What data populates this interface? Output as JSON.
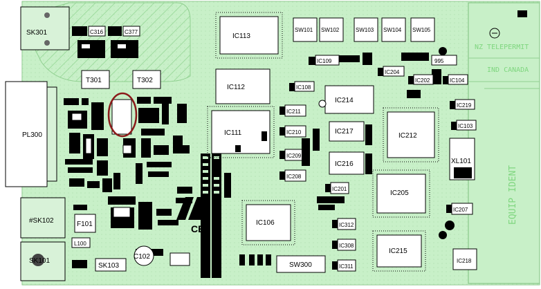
{
  "board": {
    "colors": {
      "board": "#c8f0c8",
      "trace": "#8fd18f",
      "chip": "#000000",
      "highlight": "#8b1a1a"
    },
    "connectors": {
      "sk301": "SK301",
      "pl300": "PL300",
      "sk102": "#SK102",
      "sk101": "SK101",
      "sk103": "SK103"
    },
    "big_ics": {
      "ic113": "IC113",
      "ic112": "IC112",
      "ic111": "IC111",
      "ic214": "IC214",
      "ic212": "IC212",
      "ic217": "IC217",
      "ic216": "IC216",
      "ic205": "IC205",
      "ic106": "IC106",
      "ic215": "IC215",
      "ic218": "IC218"
    },
    "switches": {
      "sw101": "SW101",
      "sw102": "SW102",
      "sw103": "SW103",
      "sw104": "SW104",
      "sw105": "SW105",
      "sw300": "SW300"
    },
    "small_ics": {
      "ic109": "IC109",
      "ic108": "IC108",
      "ic211": "IC211",
      "ic210": "IC210",
      "ic209": "IC209",
      "ic208": "IC208",
      "ic204": "IC204",
      "ic202": "IC202",
      "ic104": "IC104",
      "ic219": "IC219",
      "ic103": "IC103",
      "ic207": "IC207",
      "ic201": "IC201",
      "ic312": "IC312",
      "ic308": "IC308",
      "ic311": "IC311"
    },
    "parts": {
      "c316": "C316",
      "c377": "C377",
      "t301": "T301",
      "t302": "T302",
      "f101": "F101",
      "l100": "L100",
      "c102": "C102",
      "xl101": "XL101",
      "code_995": "995"
    },
    "right_panel": {
      "nz_telepermit": "NZ TELEPERMIT",
      "ind_canada": "IND CANADA",
      "equip_ident": "EQUIP IDENT"
    }
  }
}
